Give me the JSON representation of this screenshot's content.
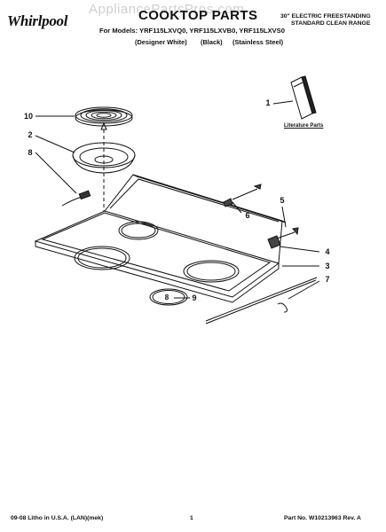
{
  "watermark": "AppliancePartsPros.com",
  "brand": "Whirlpool",
  "title": "COOKTOP PARTS",
  "subtitle_lines": [
    "30\" ELECTRIC FREESTANDING",
    "STANDARD CLEAN RANGE"
  ],
  "models": "For Models: YRF115LXVQ0, YRF115LXVB0, YRF115LXVS0",
  "variants": [
    "(Designer White)",
    "(Black)",
    "(Stainless Steel)"
  ],
  "literature_label": "Literature Parts",
  "callouts": [
    "1",
    "2",
    "3",
    "4",
    "5",
    "6",
    "7",
    "8",
    "9",
    "10"
  ],
  "burner_mark": "8",
  "footer": {
    "left": "09-08 Litho in U.S.A. (LAN)(mek)",
    "center": "1",
    "right": "Part No. W10213963 Rev. A"
  },
  "colors": {
    "ink": "#111111",
    "watermark": "#cfcfcf"
  }
}
